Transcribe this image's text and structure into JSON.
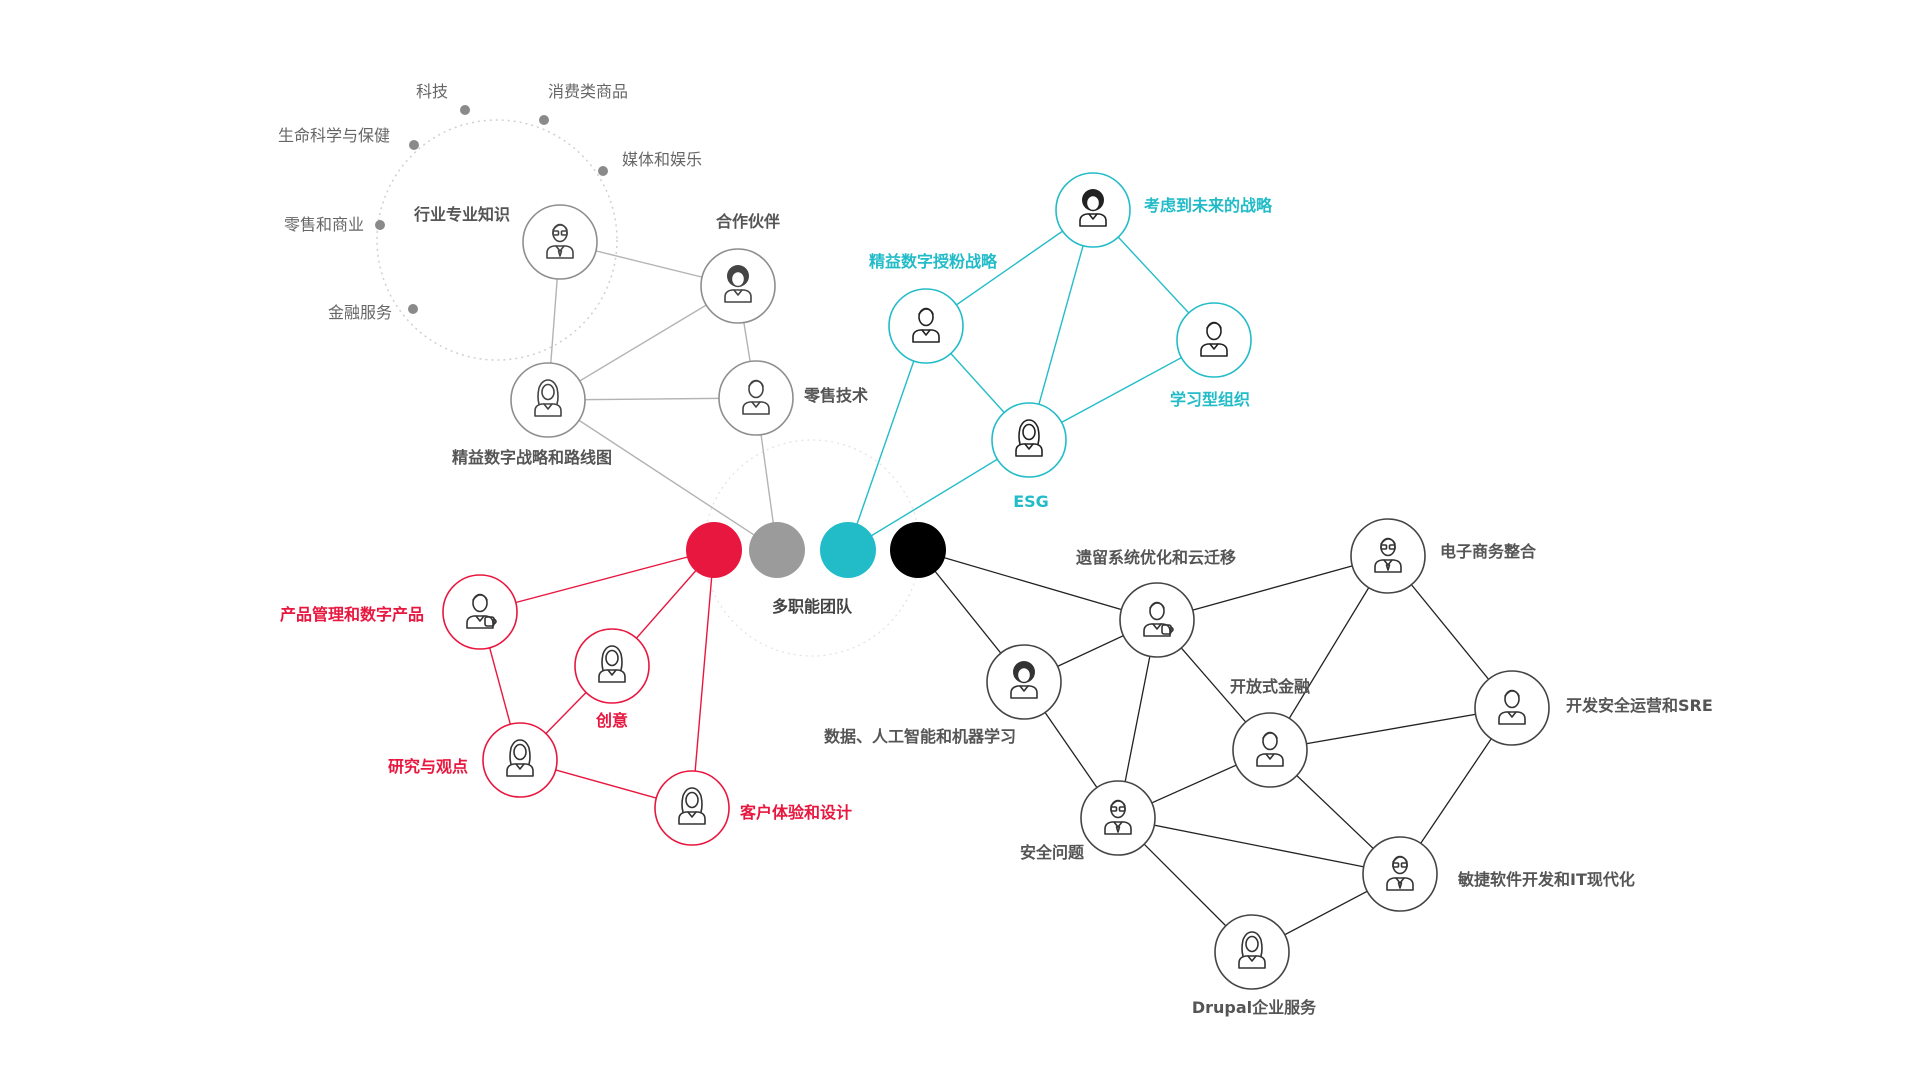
{
  "colors": {
    "red": "#e8173f",
    "gray": "#9b9b9b",
    "teal": "#22bcc8",
    "black": "#000000",
    "text_dark": "#555555",
    "ring": "#d0d0d0",
    "dot": "#8a8a8a"
  },
  "center": {
    "label": "多职能团队",
    "circles": [
      {
        "id": "hub-red",
        "color": "red"
      },
      {
        "id": "hub-gray",
        "color": "gray"
      },
      {
        "id": "hub-teal",
        "color": "teal"
      },
      {
        "id": "hub-black",
        "color": "black"
      }
    ]
  },
  "industry": {
    "label": "行业专业知识",
    "items": [
      "科技",
      "消费类商品",
      "生命科学与保健",
      "媒体和娱乐",
      "零售和商业",
      "金融服务"
    ]
  },
  "nodes": [
    {
      "id": "g1",
      "group": "gray",
      "label": "",
      "icon": "person-glasses-tie-icon"
    },
    {
      "id": "g2",
      "group": "gray",
      "label": "合作伙伴",
      "icon": "person-curly-hair-icon"
    },
    {
      "id": "g3",
      "group": "gray",
      "label": "精益数字战略和路线图",
      "icon": "person-long-hair-icon"
    },
    {
      "id": "g4",
      "group": "gray",
      "label": "零售技术",
      "icon": "person-icon"
    },
    {
      "id": "t1",
      "group": "teal",
      "label": "考虑到未来的战略",
      "icon": "person-curly-hair-icon"
    },
    {
      "id": "t2",
      "group": "teal",
      "label": "精益数字授粉战略",
      "icon": "person-icon"
    },
    {
      "id": "t3",
      "group": "teal",
      "label": "学习型组织",
      "icon": "person-icon"
    },
    {
      "id": "t4",
      "group": "teal",
      "label": "ESG",
      "icon": "person-long-hair-icon"
    },
    {
      "id": "r1",
      "group": "red",
      "label": "产品管理和数字产品",
      "icon": "person-with-cup-icon"
    },
    {
      "id": "r2",
      "group": "red",
      "label": "创意",
      "icon": "person-long-hair-icon"
    },
    {
      "id": "r3",
      "group": "red",
      "label": "研究与观点",
      "icon": "person-long-hair-icon"
    },
    {
      "id": "r4",
      "group": "red",
      "label": "客户体验和设计",
      "icon": "person-long-hair-icon"
    },
    {
      "id": "k1",
      "group": "black",
      "label": "遗留系统优化和云迁移",
      "icon": "person-with-cup-icon"
    },
    {
      "id": "k2",
      "group": "black",
      "label": "电子商务整合",
      "icon": "person-glasses-tie-icon"
    },
    {
      "id": "k3",
      "group": "black",
      "label": "数据、人工智能和机器学习",
      "icon": "person-curly-hair-icon"
    },
    {
      "id": "k4",
      "group": "black",
      "label": "开放式金融",
      "icon": "person-icon"
    },
    {
      "id": "k5",
      "group": "black",
      "label": "开发安全运营和SRE",
      "icon": "person-icon"
    },
    {
      "id": "k6",
      "group": "black",
      "label": "安全问题",
      "icon": "person-glasses-tie-icon"
    },
    {
      "id": "k7",
      "group": "black",
      "label": "敏捷软件开发和IT现代化",
      "icon": "person-glasses-tie-icon"
    },
    {
      "id": "k8",
      "group": "black",
      "label": "Drupal企业服务",
      "icon": "person-long-hair-icon"
    }
  ],
  "edges": [
    [
      "g1",
      "g2"
    ],
    [
      "g1",
      "g3"
    ],
    [
      "g2",
      "g3"
    ],
    [
      "g2",
      "g4"
    ],
    [
      "g3",
      "g4"
    ],
    [
      "g3",
      "hub-gray"
    ],
    [
      "g4",
      "hub-gray"
    ],
    [
      "t1",
      "t2"
    ],
    [
      "t1",
      "t3"
    ],
    [
      "t1",
      "t4"
    ],
    [
      "t2",
      "t4"
    ],
    [
      "t3",
      "t4"
    ],
    [
      "t2",
      "hub-teal"
    ],
    [
      "t4",
      "hub-teal"
    ],
    [
      "r1",
      "hub-red"
    ],
    [
      "r2",
      "hub-red"
    ],
    [
      "r4",
      "hub-red"
    ],
    [
      "r1",
      "r3"
    ],
    [
      "r2",
      "r3"
    ],
    [
      "r3",
      "r4"
    ],
    [
      "k1",
      "hub-black"
    ],
    [
      "k3",
      "hub-black"
    ],
    [
      "k1",
      "k2"
    ],
    [
      "k1",
      "k3"
    ],
    [
      "k1",
      "k4"
    ],
    [
      "k1",
      "k6"
    ],
    [
      "k2",
      "k4"
    ],
    [
      "k2",
      "k5"
    ],
    [
      "k4",
      "k5"
    ],
    [
      "k4",
      "k6"
    ],
    [
      "k4",
      "k7"
    ],
    [
      "k5",
      "k7"
    ],
    [
      "k3",
      "k6"
    ],
    [
      "k6",
      "k7"
    ],
    [
      "k6",
      "k8"
    ],
    [
      "k7",
      "k8"
    ]
  ]
}
